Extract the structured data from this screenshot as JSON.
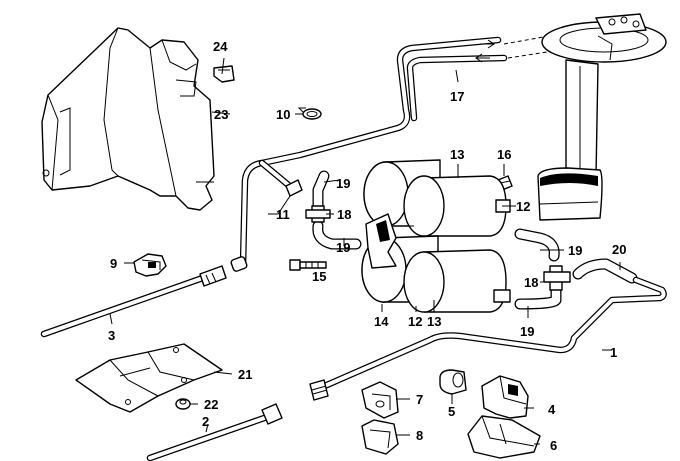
{
  "diagram": {
    "callouts": [
      {
        "id": "c1",
        "label": "1"
      },
      {
        "id": "c2",
        "label": "2"
      },
      {
        "id": "c3",
        "label": "3"
      },
      {
        "id": "c4",
        "label": "4"
      },
      {
        "id": "c5",
        "label": "5"
      },
      {
        "id": "c6",
        "label": "6"
      },
      {
        "id": "c7",
        "label": "7"
      },
      {
        "id": "c8",
        "label": "8"
      },
      {
        "id": "c9",
        "label": "9"
      },
      {
        "id": "c10",
        "label": "10"
      },
      {
        "id": "c11",
        "label": "11"
      },
      {
        "id": "c12a",
        "label": "12"
      },
      {
        "id": "c12b",
        "label": "12"
      },
      {
        "id": "c13a",
        "label": "13"
      },
      {
        "id": "c13b",
        "label": "13"
      },
      {
        "id": "c14",
        "label": "14"
      },
      {
        "id": "c15",
        "label": "15"
      },
      {
        "id": "c16",
        "label": "16"
      },
      {
        "id": "c17",
        "label": "17"
      },
      {
        "id": "c18a",
        "label": "18"
      },
      {
        "id": "c18b",
        "label": "18"
      },
      {
        "id": "c19a",
        "label": "19"
      },
      {
        "id": "c19b",
        "label": "19"
      },
      {
        "id": "c19c",
        "label": "19"
      },
      {
        "id": "c19d",
        "label": "19"
      },
      {
        "id": "c20",
        "label": "20"
      },
      {
        "id": "c21",
        "label": "21"
      },
      {
        "id": "c22",
        "label": "22"
      },
      {
        "id": "c23",
        "label": "23"
      },
      {
        "id": "c24",
        "label": "24"
      }
    ]
  }
}
